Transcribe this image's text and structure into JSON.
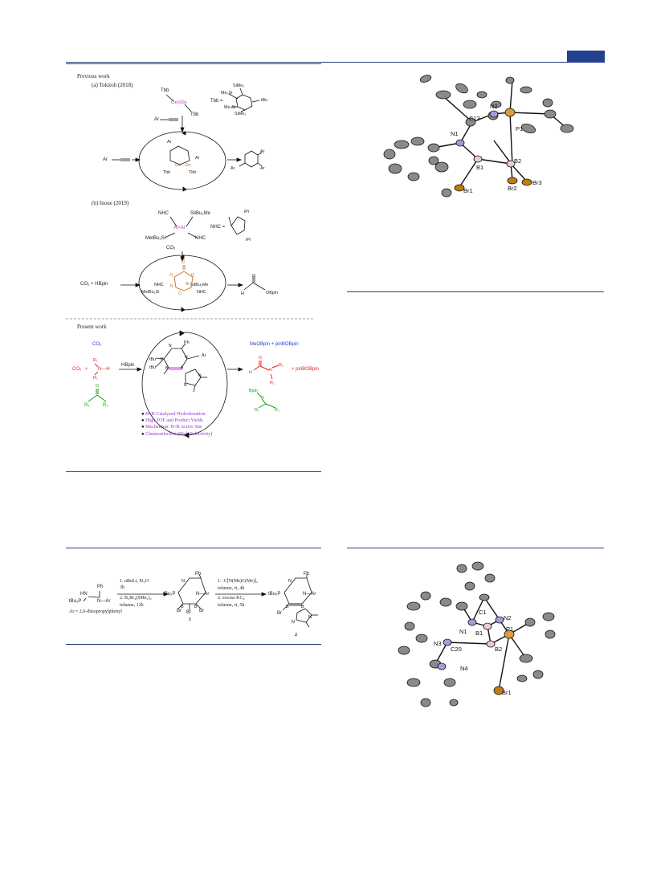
{
  "colors": {
    "rule": "#2a3f7a",
    "header_tab": "#24418f",
    "magenta": "#d23ad2",
    "orange": "#c0712a",
    "red": "#e8201e",
    "green": "#1e9a1e",
    "blue": "#1f3fd6",
    "purple": "#9a2fd8"
  },
  "scheme1": {
    "previous_work": "Previous work",
    "a_label": "(a) Tokitoh (2018)",
    "tbb": "Tbb",
    "tbb_eq": "Tbb =",
    "geg": "Ge≡Ge",
    "ge_ge": "Ge—Ge",
    "me3si": "Me₃Si",
    "sime3": "SiMe₃",
    "tbu": "tBu",
    "ar": "Ar",
    "b_label": "(b) Inoue (2019)",
    "nhc": "NHC",
    "nhc_eq": "NHC =",
    "sitbu2me": "SitBu₂Me",
    "metbu2si": "MetBu₂Si",
    "al_al": "Al=Al",
    "ipr": "iPr",
    "co2": "CO₂",
    "hbpin": "HBpin",
    "plus": "+",
    "co2_plus_hbpin": "CO₂  +  HBpin",
    "obpin": "OBpin",
    "h": "H",
    "o": "O",
    "present_work": "Present work",
    "ph": "Ph",
    "tbu_p": "tBu",
    "meobpin": "MeOBpin + pinBOBpin",
    "plus_pinbobpin": "+ pinBOBpin",
    "bpin": "Bpin",
    "r1": "R₁",
    "r2": "R₂",
    "n_h": "N—H",
    "bullets": [
      "B=B-Catalyzed Hydroboration",
      "High TOF and Product Yields",
      "Mechanism: B=B Active Site",
      "Chemoselective (High Selectivity)"
    ]
  },
  "scheme2": {
    "step1_line1": "1. nBuLi, Et₂O",
    "step1_line2": "3h",
    "step1_line3": "2. B₂Br₄(SMe₂)₂",
    "step1_line4": "toluene, 12h",
    "step2_line1": "1. :C[N(Me)C(Me)]₂",
    "step2_line2": "toluene, rt, 4h",
    "step2_line3": "2. excess KC₈",
    "step2_line4": "toluene, rt, 5h",
    "ar_def": "Ar = 2,6-diisopropylphenyl",
    "ph": "Ph",
    "hn": "HN",
    "n_ar": "N—Ar",
    "tbu2p": "tBu₂P",
    "br": "Br",
    "label1": "1",
    "label2": "2"
  },
  "crystal1": {
    "labels": [
      "N2",
      "C13",
      "N1",
      "P1",
      "B1",
      "B2",
      "Br1",
      "Br2",
      "Br3"
    ]
  },
  "crystal2": {
    "labels": [
      "C1",
      "N2",
      "N1",
      "P1",
      "B1",
      "B2",
      "N3",
      "C20",
      "N4",
      "Br1"
    ]
  }
}
